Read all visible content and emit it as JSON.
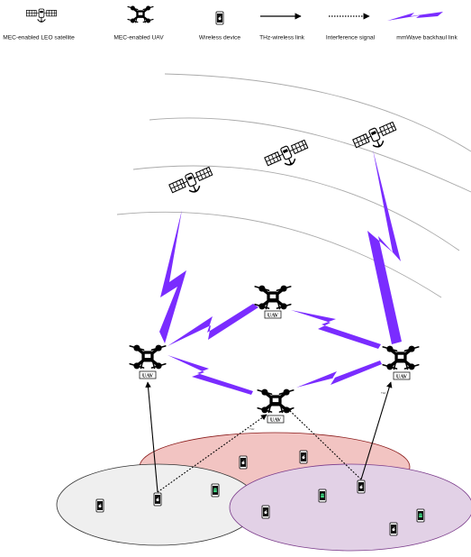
{
  "legend": {
    "satellite": "MEC-enabled LEO satellite",
    "uav": "MEC-enabled UAV",
    "device": "Wireless device",
    "thz": "THz-wireless link",
    "interference": "Interference signal",
    "mmwave": "mmWave backhaul link"
  },
  "uav_tag": "UAV",
  "link_tag": "THz",
  "colors": {
    "mmwave": "#7a2cff",
    "orbit": "#aaaaaa",
    "cluster_left": "#efefef",
    "cluster_red": "#f2c4c2",
    "cluster_purple": "#e2d1e6",
    "android": "#3ddc84"
  },
  "icons": {
    "satellite": "satellite-icon",
    "uav": "drone-icon",
    "device_apple": "apple-phone-icon",
    "device_android": "android-phone-icon"
  }
}
